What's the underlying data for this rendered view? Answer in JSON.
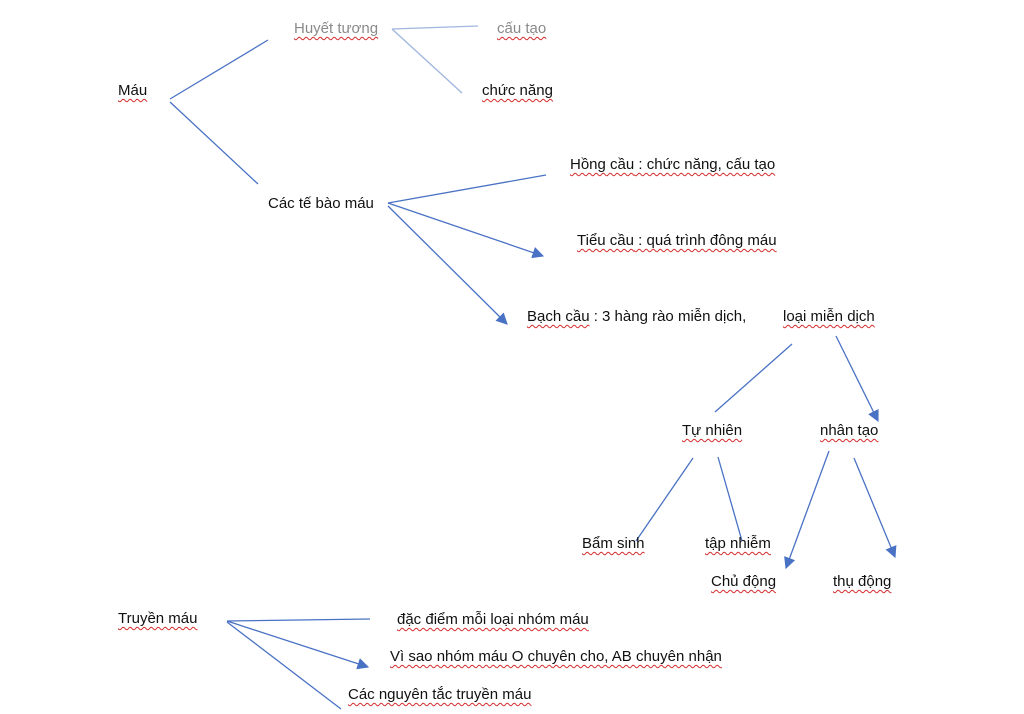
{
  "nodes": {
    "mau": "Máu",
    "huyet_tuong": "Huyết tương",
    "cau_tao": "cấu tạo",
    "chuc_nang": "chức năng",
    "cac_te_bao_mau": "Các tế bào máu",
    "hong_cau_name": "Hồng cầu",
    "hong_cau_rest": " : chức năng, cấu tạo",
    "tieu_cau_name": "Tiểu cầu",
    "tieu_cau_rest": " : quá trình đông máu",
    "bach_cau_name": "Bạch cầu",
    "bach_cau_rest": " : 3 hàng rào miễn dịch,",
    "loai_mien_dich": "loại miễn dịch",
    "tu_nhien": "Tự nhiên",
    "nhan_tao": "nhân tạo",
    "bam_sinh": "Bẩm sinh",
    "tap_nhiem": "tập nhiễm",
    "chu_dong": "Chủ động",
    "thu_dong": "thụ động",
    "truyen_mau": "Truyền máu",
    "dac_diem": "đặc điểm mỗi loại nhóm máu",
    "vi_sao": "Vì sao nhóm máu O chuyên cho, AB chuyên nhận",
    "nguyen_tac": "Các nguyên tắc truyền máu"
  },
  "colors": {
    "edge": "#4a72c4",
    "edge_light": "#9fb6dd",
    "text": "#111111",
    "text_muted": "#8a8a8a",
    "spellcheck_underline": "#d42a2a"
  }
}
